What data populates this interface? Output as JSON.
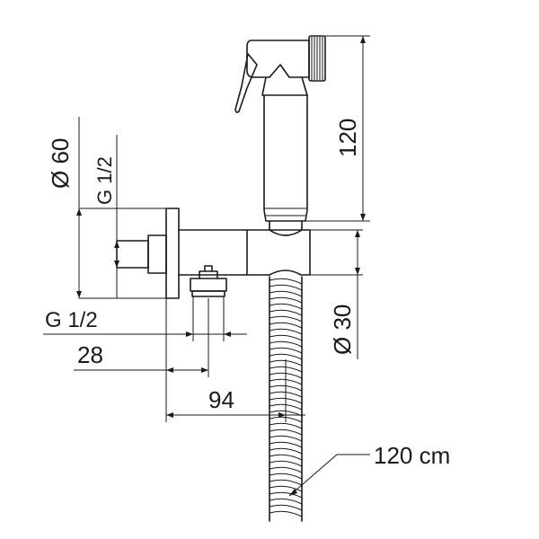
{
  "colors": {
    "line": "#1a1a1a",
    "background": "#ffffff"
  },
  "dimensions": {
    "wall_diameter": "Ø 60",
    "wall_thread": "G 1/2",
    "outlet_thread": "G 1/2",
    "outlet_offset": "28",
    "hose_offset": "94",
    "sprayer_height": "120",
    "holder_diameter": "Ø 30",
    "hose_length": "120 cm"
  }
}
